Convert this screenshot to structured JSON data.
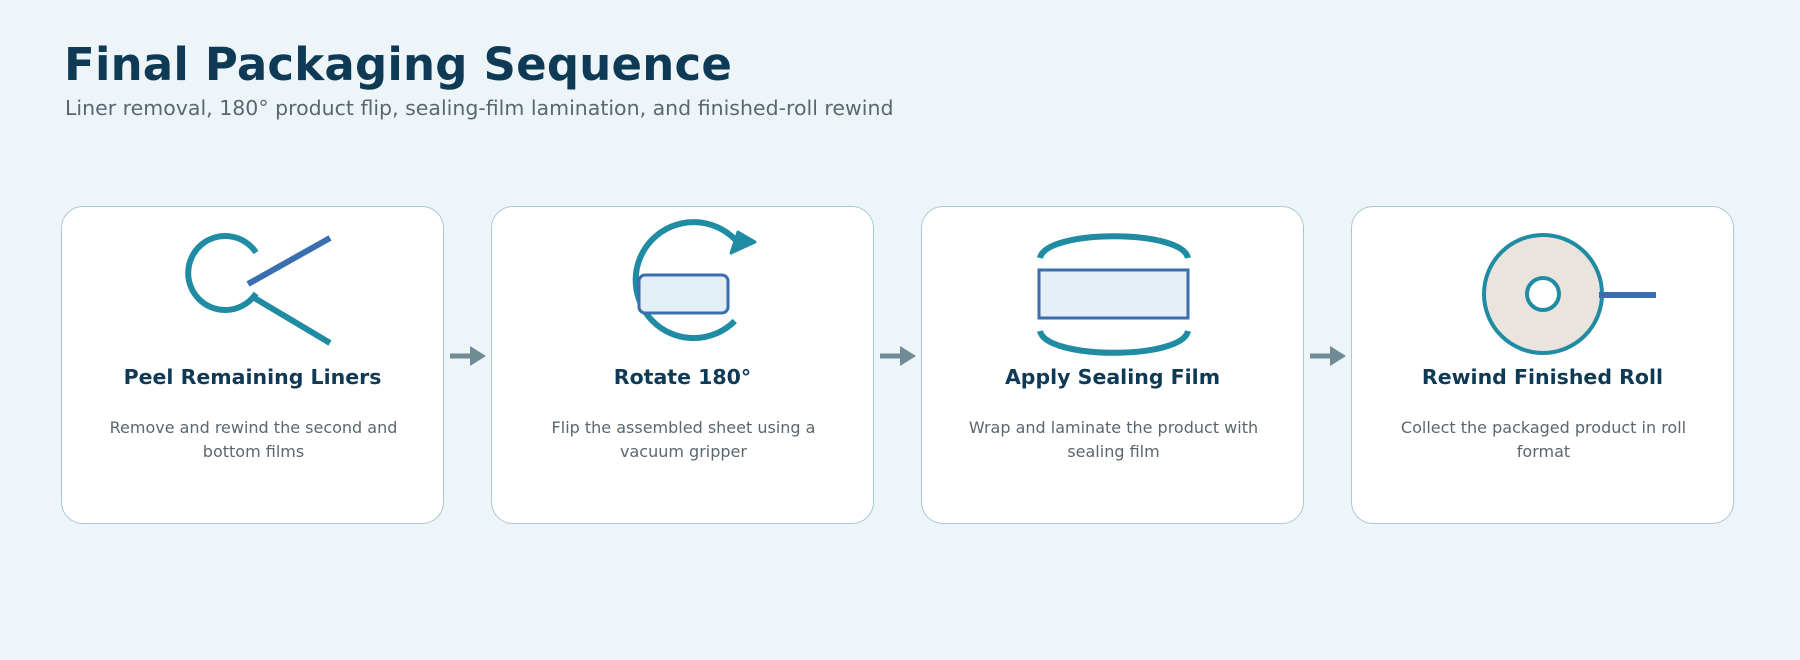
{
  "header": {
    "title": "Final Packaging Sequence",
    "subtitle": "Liner removal, 180° product flip, sealing-film lamination, and finished-roll rewind"
  },
  "colors": {
    "background": "#edf5f9",
    "title": "#0f3a55",
    "body_text": "#5a6770",
    "teal": "#1f8ca3",
    "blue": "#3a6eae",
    "card_border": "#a9c8d6",
    "arrow": "#6f8b96",
    "roll_fill": "#e9e4dd",
    "panel_fill": "#e7eff6"
  },
  "steps": [
    {
      "icon": "peel-liners-icon",
      "title": "Peel Remaining Liners",
      "description": "Remove and rewind the second and bottom films"
    },
    {
      "icon": "rotate-180-icon",
      "title": "Rotate 180°",
      "description": "Flip the assembled sheet using a vacuum gripper"
    },
    {
      "icon": "sealing-film-icon",
      "title": "Apply Sealing Film",
      "description": "Wrap and laminate the product with sealing film"
    },
    {
      "icon": "finished-roll-icon",
      "title": "Rewind Finished Roll",
      "description": "Collect the packaged product in roll format"
    }
  ]
}
